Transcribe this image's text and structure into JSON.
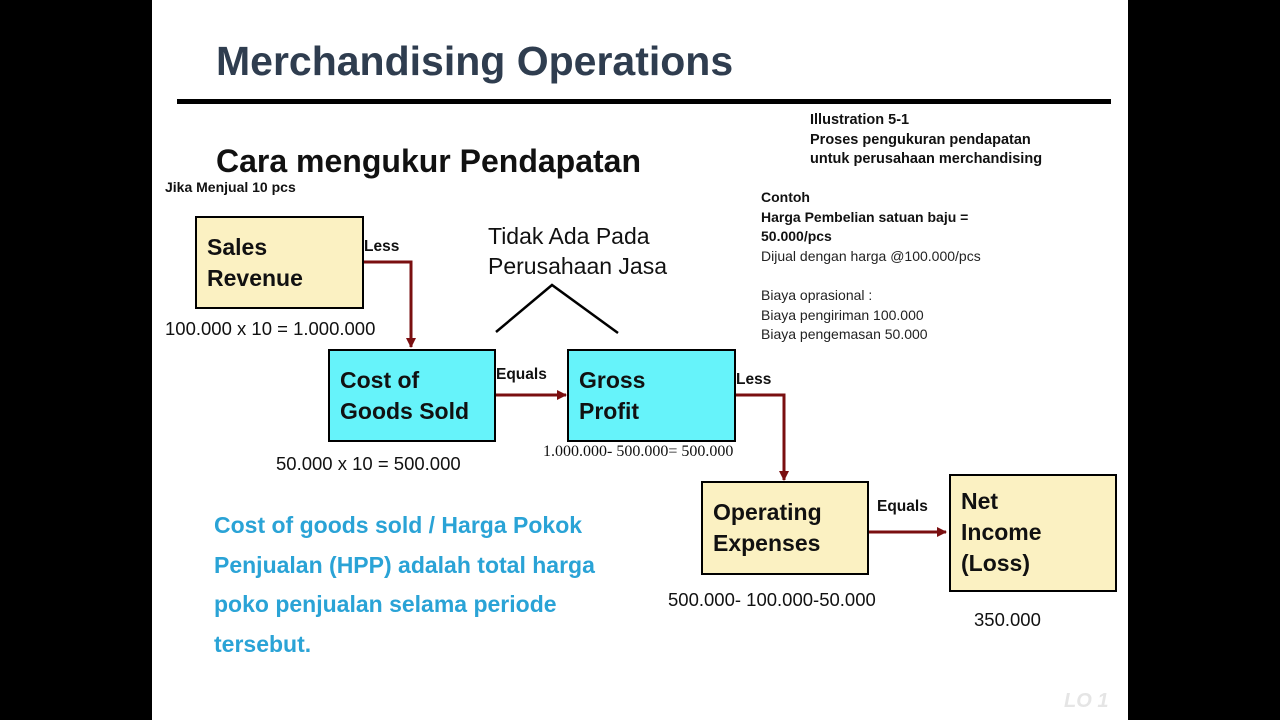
{
  "title": "Merchandising Operations",
  "illustration": {
    "line1": "Illustration  5-1",
    "line2": "Proses pengukuran pendapatan",
    "line3": "untuk perusahaan merchandising"
  },
  "subtitle": "Cara mengukur Pendapatan",
  "sell_note": "Jika Menjual  10 pcs",
  "example": {
    "heading": "Contoh",
    "purchase_line1": "Harga Pembelian satuan baju =",
    "purchase_line2": "50.000/pcs",
    "sell_price": "Dijual dengan harga @100.000/pcs",
    "op_cost_heading": "Biaya oprasional  :",
    "shipping": "Biaya pengiriman  100.000",
    "packaging": "Biaya pengemasan  50.000"
  },
  "service_note": {
    "line1": "Tidak Ada Pada",
    "line2": "Perusahaan Jasa"
  },
  "boxes": {
    "sales_revenue": {
      "line1": "Sales",
      "line2": "Revenue"
    },
    "cogs": {
      "line1": "Cost of",
      "line2": "Goods Sold"
    },
    "gross_profit": {
      "line1": "Gross",
      "line2": "Profit"
    },
    "operating_expenses": {
      "line1": "Operating",
      "line2": "Expenses"
    },
    "net_income": {
      "line1": "Net",
      "line2": "Income",
      "line3": "(Loss)"
    }
  },
  "connectors": {
    "less_1": "Less",
    "equals_1": "Equals",
    "less_2": "Less",
    "equals_2": "Equals"
  },
  "calculations": {
    "sales": "100.000 x 10 = 1.000.000",
    "cogs": "50.000 x 10 = 500.000",
    "gross_profit": "1.000.000- 500.000= 500.000",
    "operating": "500.000- 100.000-50.000",
    "net_income": "350.000"
  },
  "definition": "Cost of goods sold / Harga Pokok Penjualan (HPP) adalah total harga poko penjualan selama periode tersebut.",
  "footer_tag": "LO 1",
  "colors": {
    "arrow": "#7a0f10",
    "definition_text": "#2aa3d6",
    "box_yellow": "#fbf1c2",
    "box_cyan": "#66f3fa",
    "title": "#2f3d4f"
  }
}
